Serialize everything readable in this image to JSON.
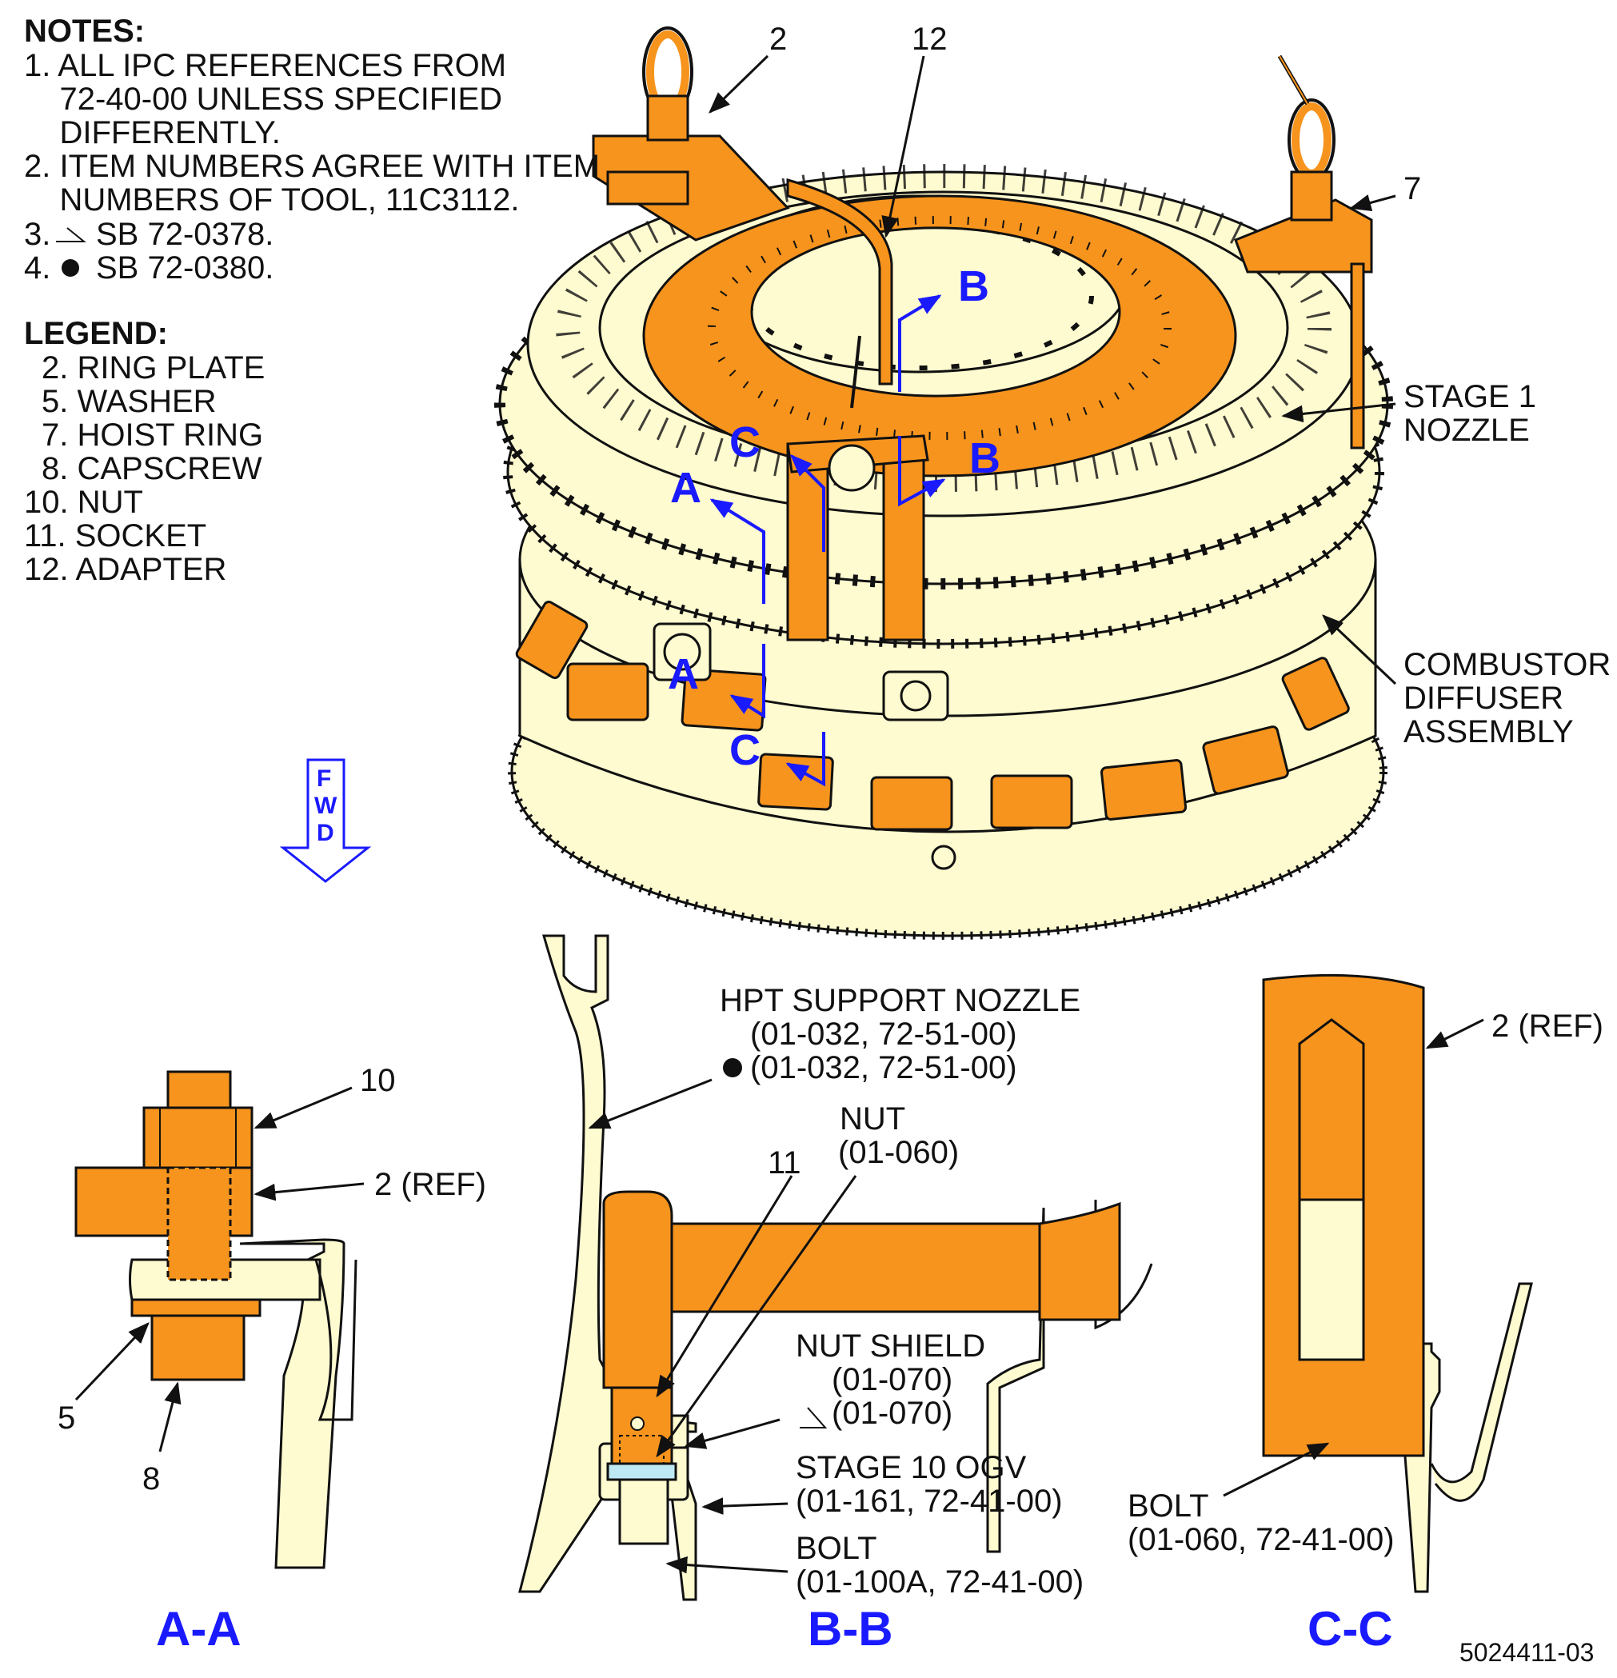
{
  "notes": {
    "heading": "NOTES:",
    "items": [
      "1. ALL IPC REFERENCES FROM",
      "    72-40-00 UNLESS SPECIFIED",
      "    DIFFERENTLY.",
      "2. ITEM NUMBERS AGREE WITH ITEM",
      "    NUMBERS OF TOOL, 11C3112.",
      "3.",
      "SB 72-0378.",
      "4.",
      "SB 72-0380."
    ]
  },
  "legend": {
    "heading": "LEGEND:",
    "items": [
      "2. RING PLATE",
      "5. WASHER",
      "7. HOIST RING",
      "8. CAPSCREW",
      "10. NUT",
      "11. SOCKET",
      "12. ADAPTER"
    ]
  },
  "callouts": {
    "item_2": "2",
    "item_12": "12",
    "item_7": "7",
    "stage1_nozzle_l1": "STAGE 1",
    "stage1_nozzle_l2": "NOZZLE",
    "combustor_l1": "COMBUSTOR",
    "combustor_l2": "DIFFUSER",
    "combustor_l3": "ASSEMBLY",
    "fwd_f": "F",
    "fwd_w": "W",
    "fwd_d": "D"
  },
  "section_markers": {
    "a": "A",
    "b": "B",
    "c": "C"
  },
  "view_aa": {
    "title": "A-A",
    "item_10": "10",
    "item_2_ref": "2 (REF)",
    "item_5": "5",
    "item_8": "8"
  },
  "view_bb": {
    "title": "B-B",
    "hpt_l1": "HPT SUPPORT NOZZLE",
    "hpt_l2": "(01-032, 72-51-00)",
    "hpt_l3": "(01-032, 72-51-00)",
    "nut_l1": "NUT",
    "nut_l2": "(01-060)",
    "item_11": "11",
    "shield_l1": "NUT SHIELD",
    "shield_l2": "(01-070)",
    "shield_l3": "(01-070)",
    "ogv_l1": "STAGE 10 OGV",
    "ogv_l2": "(01-161, 72-41-00)",
    "bolt_l1": "BOLT",
    "bolt_l2": "(01-100A, 72-41-00)"
  },
  "view_cc": {
    "title": "C-C",
    "item_2_ref": "2 (REF)",
    "bolt_l1": "BOLT",
    "bolt_l2": "(01-060, 72-41-00)"
  },
  "figure_id": "5024411-03",
  "colors": {
    "tool_orange": "#f7941d",
    "engine_cream": "#fffbd0",
    "marker_blue": "#1a1aff",
    "shield_blue": "#bfe8f5"
  }
}
